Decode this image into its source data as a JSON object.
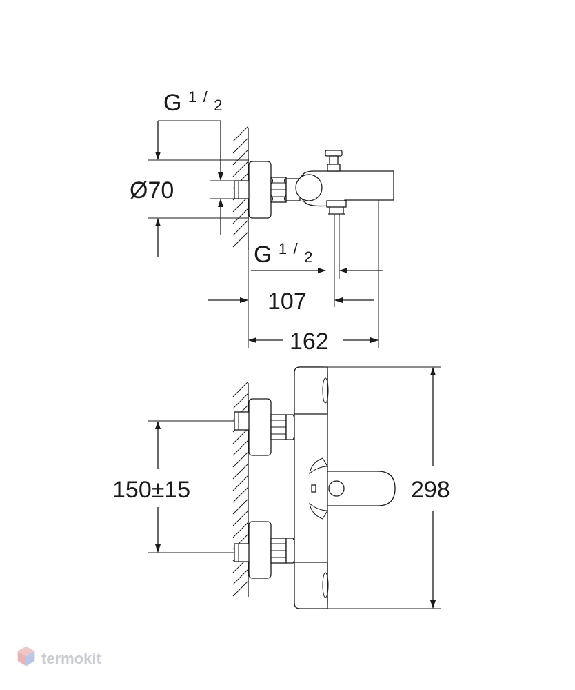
{
  "dimensions": {
    "thread_top_g": "G",
    "thread_top_frac": "1/2",
    "thread_top_sub": "1",
    "thread_top_den": "2",
    "rosette_diameter": "Ø70",
    "thread_bottom_g": "G",
    "thread_bottom_sub": "1",
    "thread_bottom_den": "2",
    "spout_projection": "107",
    "total_depth": "162",
    "connection_spacing": "150±15",
    "total_height": "298"
  },
  "watermark": {
    "text": "termokit"
  },
  "colors": {
    "line": "#1a1a1a",
    "watermark": "#c9cdd3",
    "watermark_icon_red": "#e8b4b4",
    "watermark_icon_blue": "#b8c8e8"
  }
}
